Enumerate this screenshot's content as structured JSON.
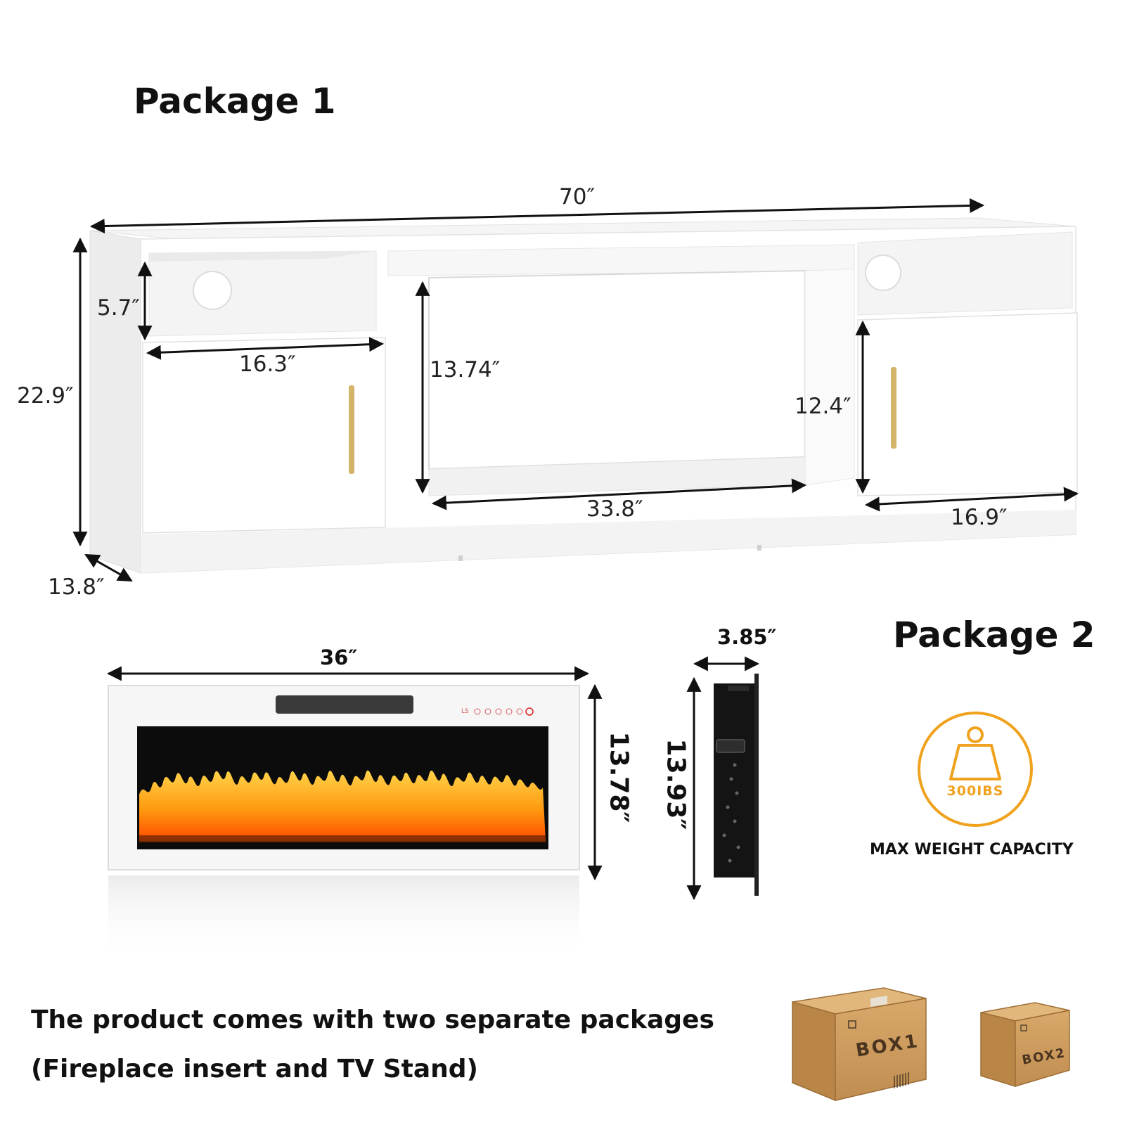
{
  "package1": {
    "title": "Package 1",
    "dims": {
      "width": "70″",
      "height": "22.9″",
      "depth": "13.8″",
      "shelf_height": "5.7″",
      "left_cabinet_width": "16.3″",
      "opening_height": "13.74″",
      "opening_width": "33.8″",
      "right_cabinet_height": "12.4″",
      "right_cabinet_width": "16.9″"
    }
  },
  "package2": {
    "title": "Package 2",
    "dims": {
      "insert_width": "36″",
      "insert_height": "13.78″",
      "side_depth": "3.85″",
      "side_height": "13.93″"
    },
    "control_panel_label": "LS"
  },
  "capacity": {
    "badge_text": "300IBS",
    "label": "MAX WEIGHT CAPACITY",
    "accent": "#F0A21E"
  },
  "caption": {
    "line1": "The product comes with two separate packages",
    "line2": "(Fireplace insert and TV Stand)"
  },
  "boxes": [
    {
      "label": "BOX1"
    },
    {
      "label": "BOX2"
    }
  ],
  "colors": {
    "furniture": "#FFFFFF",
    "handle": "#D4B46A",
    "flame": "#F08A10",
    "box": "#C89A5C"
  }
}
